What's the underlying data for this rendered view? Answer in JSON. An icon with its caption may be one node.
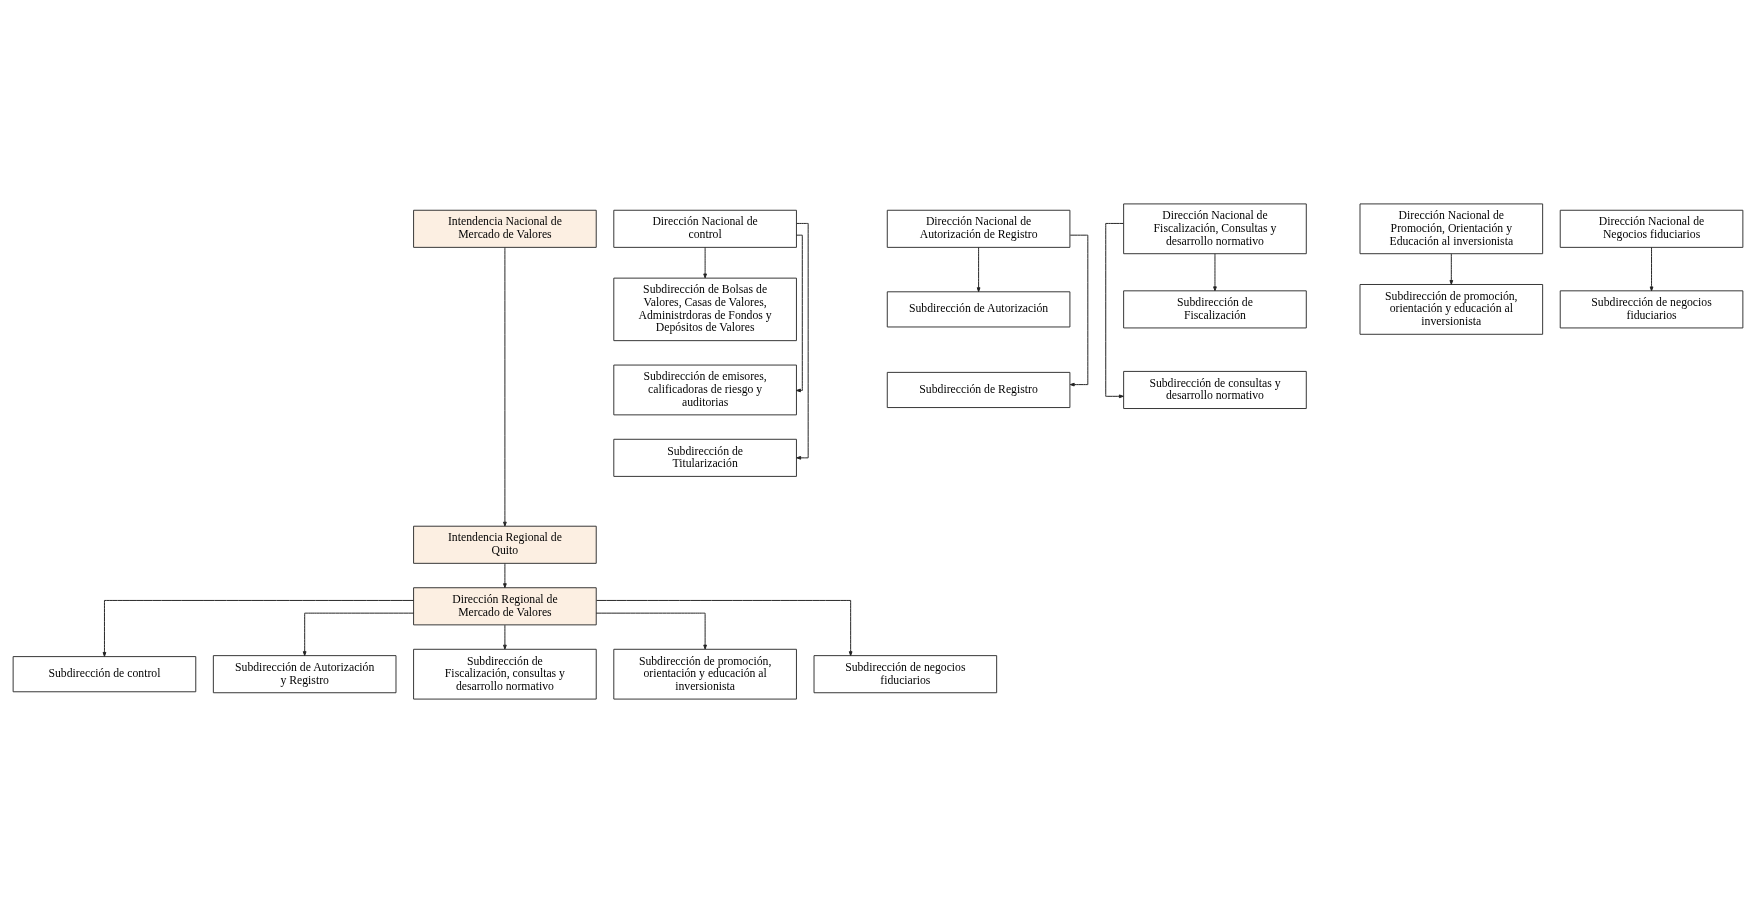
{
  "diagram": {
    "nodes": [
      {
        "text": [
          "Intendencia Nacional de Mercado de Valores"
        ]
      },
      {
        "text": [
          "Dirección Nacional de control"
        ]
      },
      {
        "text": [
          "Subdirección de Bolsas de Valores, Casas de Valores, Administrdoras de Fondos y Depósitos de Valores"
        ]
      },
      {
        "text": [
          "Subdirección de emisores, calificadoras de riesgo y auditorias"
        ]
      },
      {
        "text": [
          "Subdirección de Titularización"
        ]
      },
      {
        "text": [
          "Dirección Nacional de Autorización de Registro"
        ]
      },
      {
        "text": [
          "Subdirección de Autorización"
        ]
      },
      {
        "text": [
          "Subdirección de Registro"
        ]
      },
      {
        "text": [
          "Dirección Nacional de Fiscalización, Consultas y desarrollo normativo"
        ]
      },
      {
        "text": [
          "Subdirección de Fiscalización"
        ]
      },
      {
        "text": [
          "Subdirección de consultas y desarrollo normativo"
        ]
      },
      {
        "text": [
          "Dirección Nacional de Promoción, Orientación y Educación al inversionista"
        ]
      },
      {
        "text": [
          "Subdirección de promoción, orientación y educación al inversionista"
        ]
      },
      {
        "text": [
          "Dirección Nacional de Negocios fiduciarios"
        ]
      },
      {
        "text": [
          "Subdirección de negocios fiduciarios"
        ]
      },
      {
        "text": [
          "Intendencia Regional de Quito"
        ]
      },
      {
        "text": [
          "Dirección Regional de Mercado de Valores"
        ]
      },
      {
        "text": [
          "Subdirección de control"
        ]
      },
      {
        "text": [
          "Subdirección de Autorización y Registro"
        ]
      },
      {
        "text": [
          "Subdirección de Fiscalización, consultas y desarrollo normativo"
        ]
      },
      {
        "text": [
          "Subdirección de promoción, orientación y educación al inversionista"
        ]
      },
      {
        "text": [
          "Subdirección de negocios fiduciarios"
        ]
      }
    ],
    "edges": [
      {
        "from": 0,
        "to": 15,
        "arrow": "to"
      },
      {
        "from": 1,
        "to": 2,
        "arrow": "to"
      },
      {
        "from": 1,
        "to": 3,
        "arrow": "to"
      },
      {
        "from": 1,
        "to": 4,
        "arrow": "to"
      },
      {
        "from": 5,
        "to": 6,
        "arrow": "to"
      },
      {
        "from": 5,
        "to": 7,
        "arrow": "to"
      },
      {
        "from": 8,
        "to": 9,
        "arrow": "to"
      },
      {
        "from": 8,
        "to": 10,
        "arrow": "to"
      },
      {
        "from": 11,
        "to": 12,
        "arrow": "to"
      },
      {
        "from": 13,
        "to": 14,
        "arrow": "to"
      },
      {
        "from": 15,
        "to": 16,
        "arrow": "to"
      },
      {
        "from": 16,
        "to": 17,
        "arrow": "to"
      },
      {
        "from": 16,
        "to": 18,
        "arrow": "to"
      },
      {
        "from": 16,
        "to": 19,
        "arrow": "to"
      },
      {
        "from": 16,
        "to": 20,
        "arrow": "to"
      },
      {
        "from": 16,
        "to": 21,
        "arrow": "to"
      }
    ]
  }
}
